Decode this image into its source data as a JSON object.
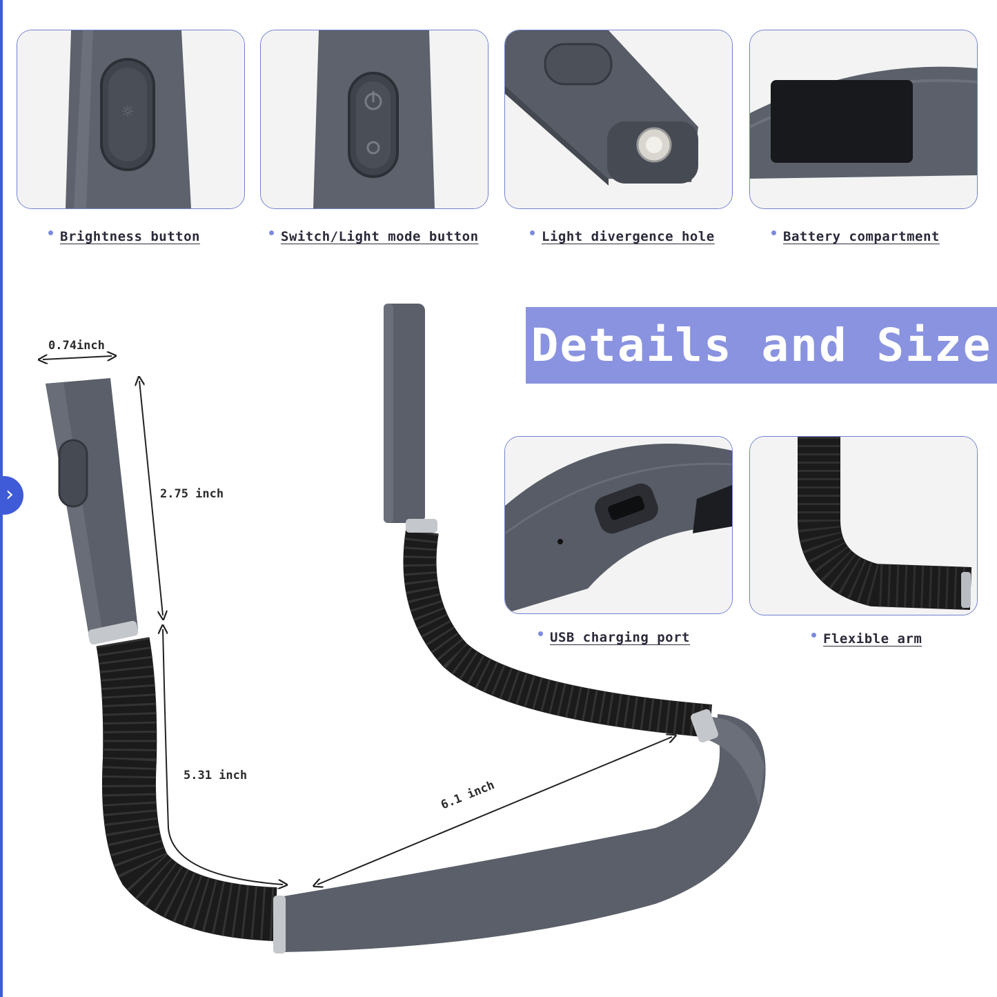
{
  "captions": {
    "brightness": "Brightness button",
    "switch": "Switch/Light mode button",
    "divergence": "Light divergence hole",
    "battery": "Battery compartment",
    "usb": "USB charging port",
    "arm": "Flexible arm"
  },
  "banner": {
    "title": "Details and Size"
  },
  "dimensions": {
    "width": "0.74inch",
    "head_length": "2.75 inch",
    "arm_length": "5.31 inch",
    "band_length": "6.1 inch"
  },
  "colors": {
    "accent": "#8a93e0",
    "panel_border": "#6f7fcf",
    "device_gray": "#5a5f69",
    "arm_black": "#1b1b1b"
  },
  "icons": {
    "nav": "chevron-right-icon"
  }
}
